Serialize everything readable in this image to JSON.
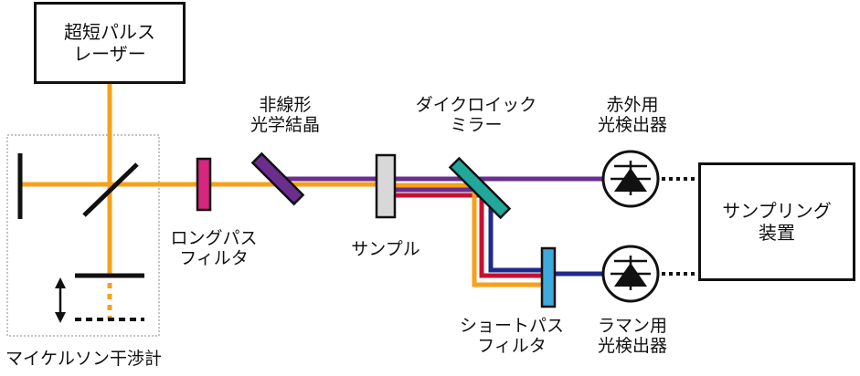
{
  "labels": {
    "laser": [
      "超短パルス",
      "レーザー"
    ],
    "interferometer": "マイケルソン干渉計",
    "longpass_filter": [
      "ロングパス",
      "フィルタ"
    ],
    "nonlinear_crystal": [
      "非線形",
      "光学結晶"
    ],
    "sample": "サンプル",
    "dichroic_mirror": [
      "ダイクロイック",
      "ミラー"
    ],
    "ir_detector": [
      "赤外用",
      "光検出器"
    ],
    "raman_detector": [
      "ラマン用",
      "光検出器"
    ],
    "shortpass_filter": [
      "ショートパス",
      "フィルタ"
    ],
    "sampling_device": [
      "サンプリング",
      "装置"
    ]
  },
  "colors": {
    "orange_beam": "#F5A11A",
    "purple_beam": "#6B2D8E",
    "red_beam": "#C8102E",
    "navy_beam": "#1F2A8A",
    "longpass_filter": "#D6267D",
    "nonlinear_crystal": "#6B2D8E",
    "dichroic_mirror": "#22A79B",
    "shortpass_filter": "#3FA9DC",
    "sample": "#D8D8D8",
    "outline": "#111111"
  },
  "icons": [
    "photodiode-icon",
    "double-arrow-icon"
  ]
}
